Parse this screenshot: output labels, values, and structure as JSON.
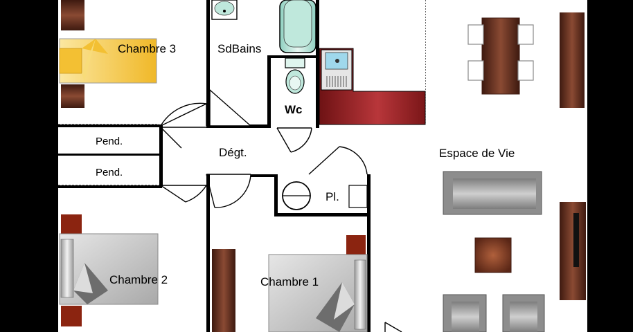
{
  "rooms": {
    "chambre3": "Chambre 3",
    "sdbains": "SdBains",
    "wc": "Wc",
    "pend1": "Pend.",
    "pend2": "Pend.",
    "degt": "Dégt.",
    "placard": "Pl.",
    "espace_de_vie": "Espace de Vie",
    "chambre2": "Chambre 2",
    "chambre1": "Chambre 1"
  },
  "colors": {
    "background": "#000000",
    "floor": "#ffffff",
    "wall": "#000000",
    "kitchen_counter": "#a3262a",
    "wood": "#6e3422",
    "bed_yellow": "#f3c033",
    "bed_grey": "#c8c8c8",
    "bedside_red": "#8b2410",
    "sofa_grey": "#9a9a9a"
  },
  "icons": {
    "sink": "sink-icon",
    "toilet": "toilet-icon",
    "bathtub": "bathtub-icon",
    "washing_machine": "washing-machine-icon"
  }
}
